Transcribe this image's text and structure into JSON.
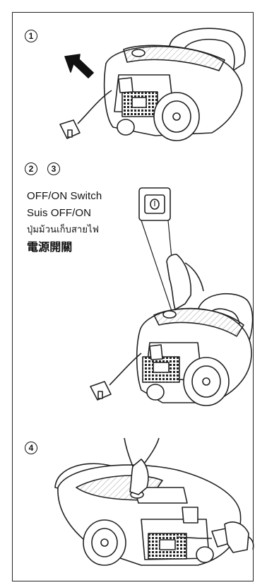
{
  "steps": {
    "s1": "1",
    "s2": "2",
    "s3": "3",
    "s4": "4"
  },
  "labels": {
    "en": "OFF/ON Switch",
    "ms": "Suis OFF/ON",
    "th": "ปุ่มม้วนเก็บสายไฟ",
    "zh": "電源開關"
  }
}
